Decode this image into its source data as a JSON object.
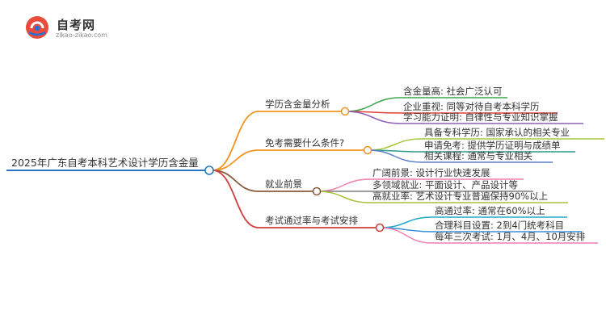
{
  "logo": {
    "title": "自考网",
    "subtitle": "zikao-zikao.com"
  },
  "root": "2025年广东自考本科艺术设计学历含金量",
  "branches": [
    {
      "label": "学历含金量分析",
      "color": "#f29423",
      "children": [
        {
          "label": "含金量高: 社会广泛认可",
          "color": "#3aa64a"
        },
        {
          "label": "企业重视: 同等对待自考本科学历",
          "color": "#e2413a"
        },
        {
          "label": "学习能力证明: 自律性与专业知识掌握",
          "color": "#8e5fb6"
        }
      ]
    },
    {
      "label": "免考需要什么条件?",
      "color": "#f29423",
      "children": [
        {
          "label": "具备专科学历: 国家承认的相关专业",
          "color": "#a6c93a"
        },
        {
          "label": "申请免考: 提供学历证明与成绩单",
          "color": "#2f9a8c"
        },
        {
          "label": "相关课程: 通常与专业相关",
          "color": "#5d7fc7"
        }
      ]
    },
    {
      "label": "就业前景",
      "color": "#8a5a3c",
      "children": [
        {
          "label": "广阔前景: 设计行业快速发展",
          "color": "#ef7fb0"
        },
        {
          "label": "多领域就业: 平面设计、产品设计等",
          "color": "#7d7d7d"
        },
        {
          "label": "高就业率: 艺术设计专业普遍保持90%以上",
          "color": "#a9bf3a"
        }
      ]
    },
    {
      "label": "考试通过率与考试安排",
      "color": "#d23b3b",
      "children": [
        {
          "label": "高通过率: 通常在60%以上",
          "color": "#22a8c4"
        },
        {
          "label": "合理科目设置: 2到4门统考科目",
          "color": "#3a8fd6"
        },
        {
          "label": "每年三次考试: 1月、4月、10月安排",
          "color": "#ef7fb0"
        }
      ]
    }
  ]
}
